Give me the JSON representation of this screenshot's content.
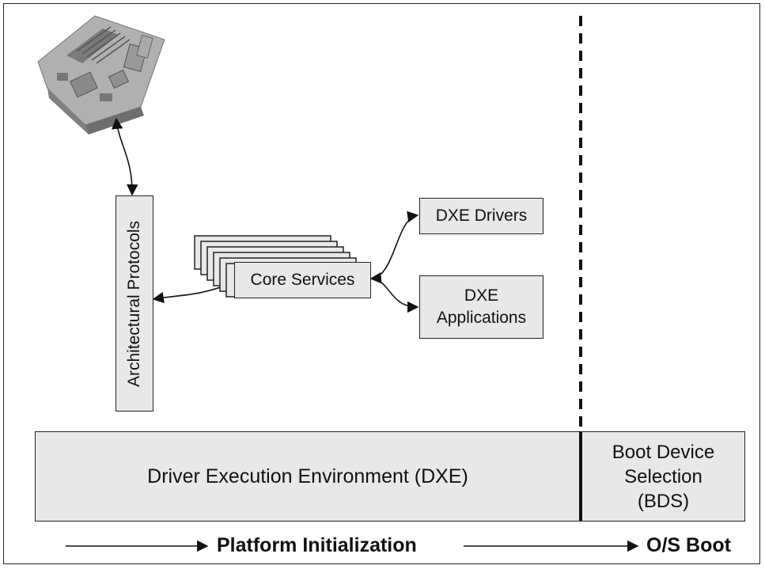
{
  "architectural_protocols": "Architectural Protocols",
  "core_services": "Core Services",
  "dxe_drivers": "DXE Drivers",
  "dxe_applications": {
    "line1": "DXE",
    "line2": "Applications"
  },
  "dxe": "Driver Execution Environment (DXE)",
  "bds": {
    "line1": "Boot Device",
    "line2": "Selection",
    "line3": "(BDS)"
  },
  "flow": {
    "platform_initialization": "Platform Initialization",
    "os_boot": "O/S Boot"
  },
  "colors": {
    "box_fill": "#e8e8e8",
    "stroke": "#222222",
    "board_gray": "#9a9a9a"
  },
  "icons": {
    "motherboard": "motherboard-icon"
  }
}
